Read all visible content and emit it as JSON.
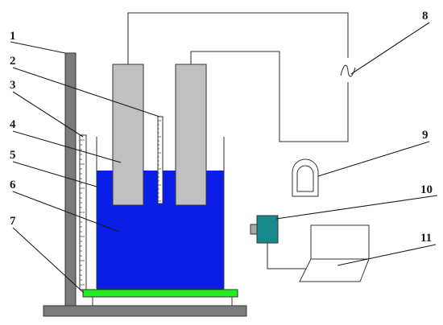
{
  "callouts": [
    {
      "number": "1"
    },
    {
      "number": "2"
    },
    {
      "number": "3"
    },
    {
      "number": "4"
    },
    {
      "number": "5"
    },
    {
      "number": "6"
    },
    {
      "number": "7"
    },
    {
      "number": "8"
    },
    {
      "number": "9"
    },
    {
      "number": "10"
    },
    {
      "number": "11"
    }
  ],
  "colors": {
    "stand": "#7b7b7b",
    "electrode": "#c0c0c0",
    "liquid": "#0a1ee8",
    "heating_plate": "#22ee22",
    "camera": "#168a8a",
    "wire": "#2a2a2a"
  }
}
